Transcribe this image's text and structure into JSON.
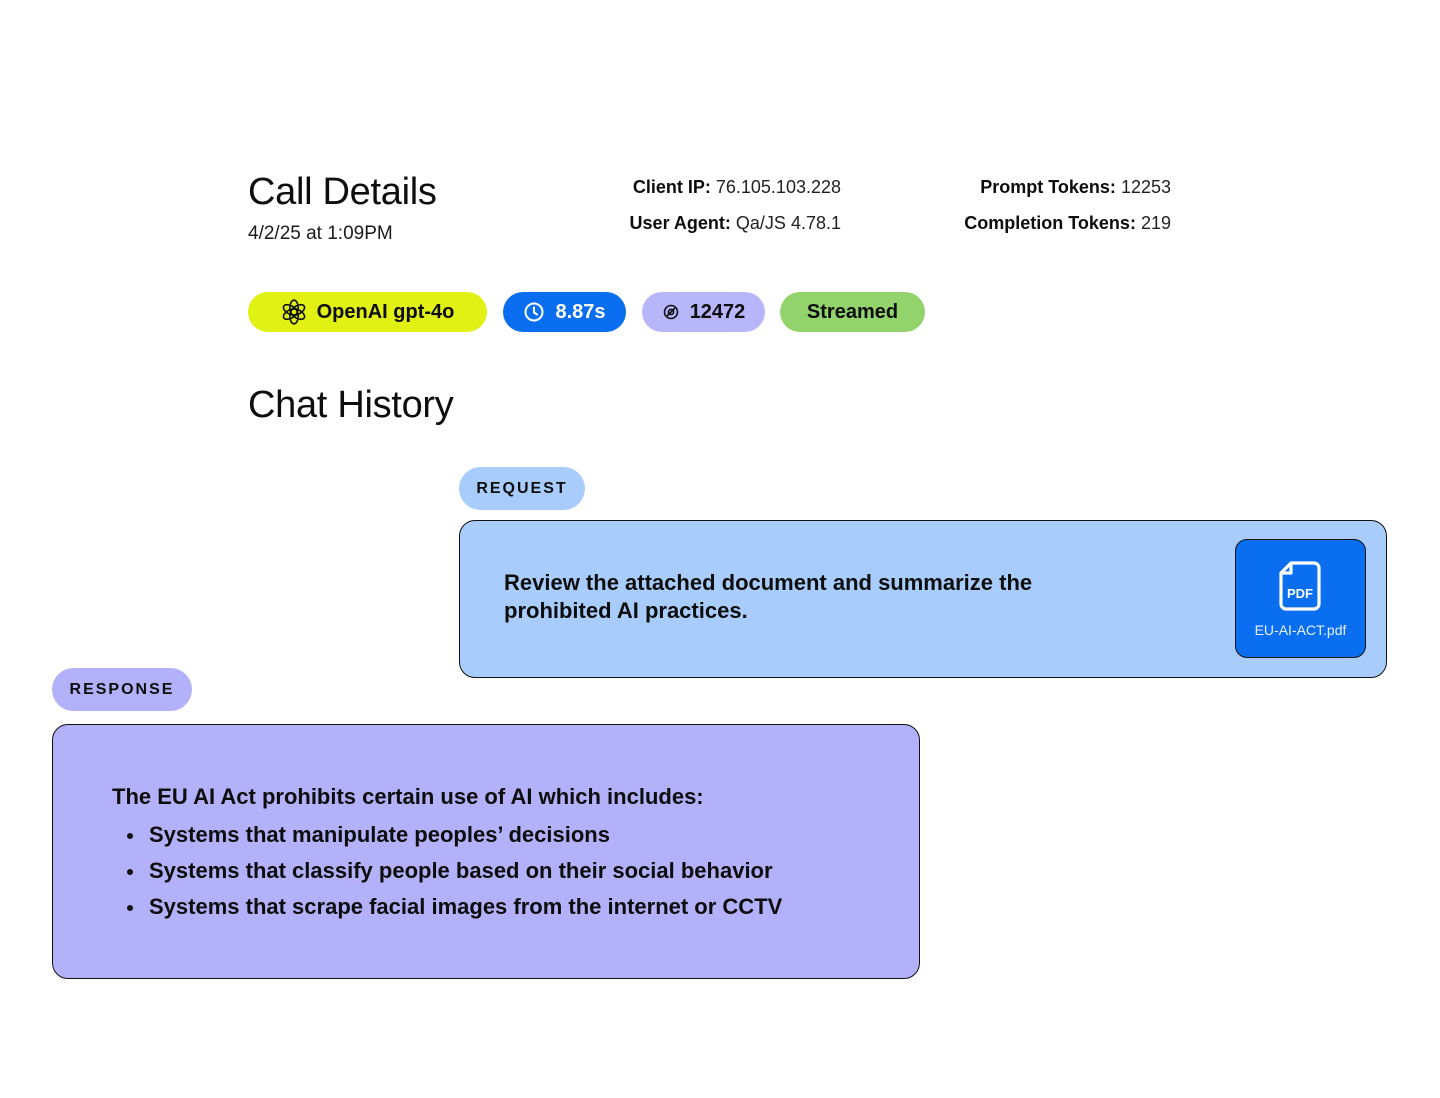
{
  "header": {
    "title": "Call Details",
    "timestamp": "4/2/25 at 1:09PM",
    "client_ip_label": "Client IP:",
    "client_ip": "76.105.103.228",
    "user_agent_label": "User Agent:",
    "user_agent": "Qa/JS 4.78.1",
    "prompt_tokens_label": "Prompt Tokens:",
    "prompt_tokens": "12253",
    "completion_tokens_label": "Completion Tokens:",
    "completion_tokens": "219"
  },
  "badges": {
    "model": {
      "label": "OpenAI gpt-4o",
      "icon": "openai-logo-icon",
      "color": "#e1f113"
    },
    "latency": {
      "label": "8.87s",
      "icon": "clock-icon",
      "color": "#0a6ef0"
    },
    "tokens": {
      "label": "12472",
      "icon": "token-icon",
      "color": "#b8b6fa"
    },
    "stream": {
      "label": "Streamed",
      "color": "#92d36c"
    }
  },
  "chat": {
    "title": "Chat History",
    "request": {
      "label": "REQUEST",
      "text": "Review the attached document and summarize the prohibited AI practices.",
      "attachment": {
        "type_label": "PDF",
        "filename": "EU-AI-ACT.pdf",
        "icon": "pdf-file-icon"
      },
      "color": "#a8cdfc"
    },
    "response": {
      "label": "RESPONSE",
      "intro": "The EU AI Act prohibits certain use of AI which includes:",
      "items": [
        "Systems that manipulate peoples’ decisions",
        "Systems that classify people based on their social behavior",
        "Systems that scrape facial images from the internet or CCTV"
      ],
      "color": "#b3b1fa"
    }
  }
}
